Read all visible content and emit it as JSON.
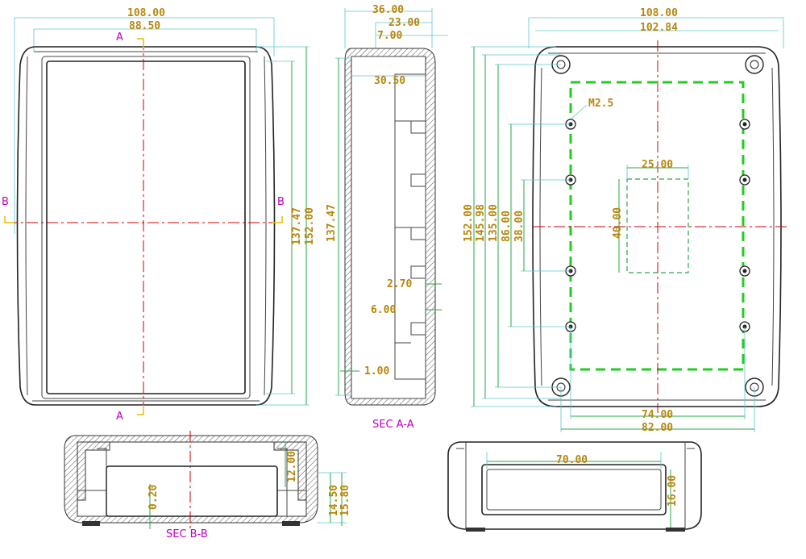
{
  "front_view": {
    "width_outer": "108.00",
    "width_inner": "88.50",
    "height_inner": "137.47",
    "height_outer": "152.00",
    "section_a": "A",
    "section_b": "B"
  },
  "sec_a": {
    "caption": "SEC A-A",
    "depth_total": "36.00",
    "depth_23": "23.00",
    "depth_7": "7.00",
    "depth_30_5": "30.50",
    "height": "137.47",
    "dim_2_7": "2.70",
    "dim_6": "6.00",
    "dim_1": "1.00"
  },
  "back_view": {
    "width_outer": "108.00",
    "width_inner": "102.84",
    "h_152": "152.00",
    "h_145_98": "145.98",
    "h_135": "135.00",
    "h_86": "86.00",
    "h_38": "38.00",
    "screw": "M2.5",
    "rect_w": "25.00",
    "rect_h": "40.00",
    "holes_74": "74.00",
    "holes_82": "82.00"
  },
  "sec_b": {
    "caption": "SEC B-B",
    "dim_12": "12.00",
    "dim_0_2": "0.20",
    "dim_14_5": "14.50",
    "dim_15_8": "15.80"
  },
  "end_view": {
    "width": "70.00",
    "height": "16.00"
  }
}
